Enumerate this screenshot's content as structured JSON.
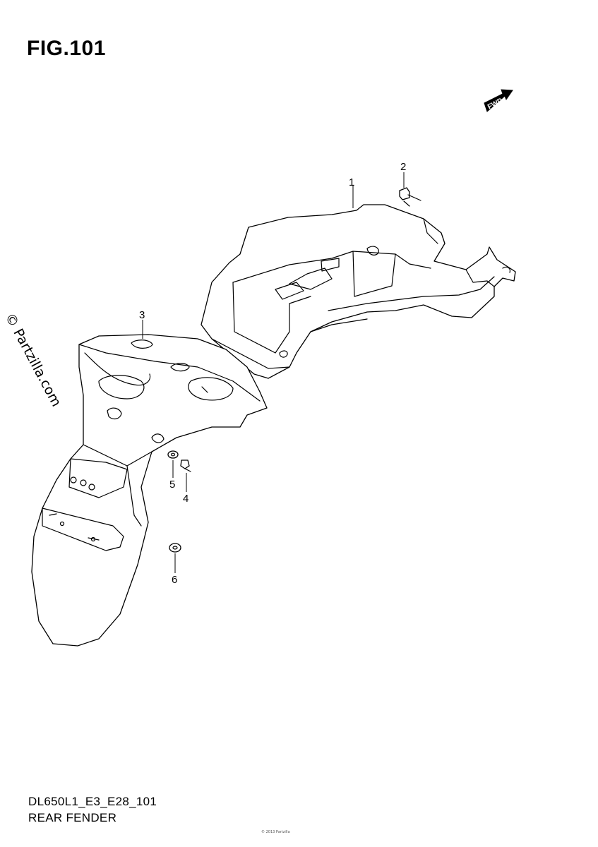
{
  "figure": {
    "title": "FIG.101",
    "fwd_label": "FWD"
  },
  "watermark": {
    "text": "© Partzilla.com"
  },
  "callouts": [
    {
      "number": "1"
    },
    {
      "number": "2"
    },
    {
      "number": "3"
    },
    {
      "number": "4"
    },
    {
      "number": "5"
    },
    {
      "number": "6"
    }
  ],
  "footer": {
    "code": "DL650L1_E3_E28_101",
    "name": "REAR FENDER",
    "note": "© 2013 Partzilla"
  }
}
